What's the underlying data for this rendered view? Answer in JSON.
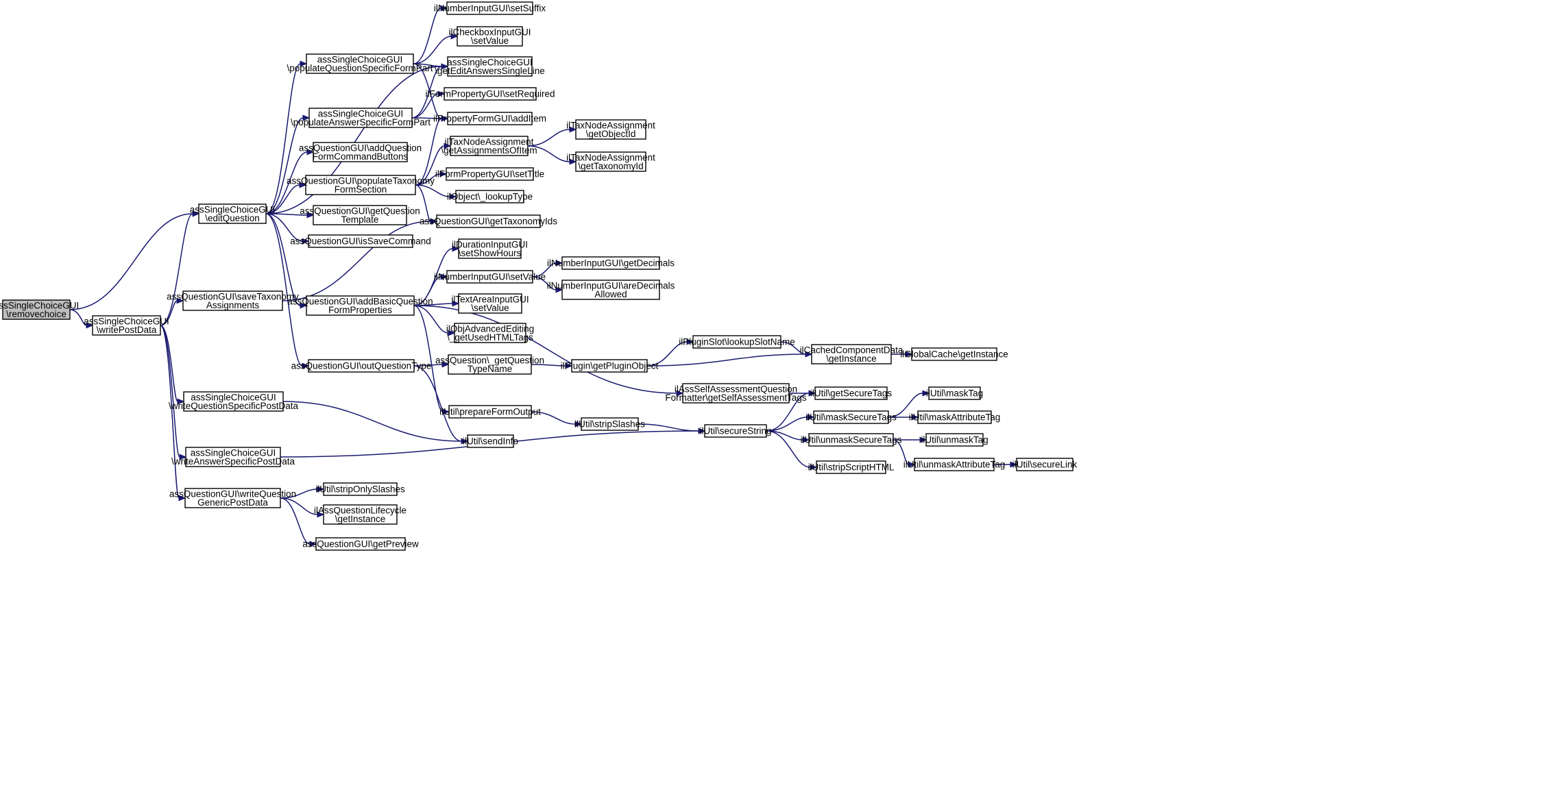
{
  "graph": {
    "nodes": [
      {
        "id": "removechoice",
        "lines": [
          "assSingleChoiceGUI",
          "\\removechoice"
        ],
        "root": true
      },
      {
        "id": "writePostData",
        "lines": [
          "assSingleChoiceGUI",
          "\\writePostData"
        ]
      },
      {
        "id": "editQuestion",
        "lines": [
          "assSingleChoiceGUI",
          "\\editQuestion"
        ]
      },
      {
        "id": "saveTaxonomyAssignments",
        "lines": [
          "assQuestionGUI\\saveTaxonomy",
          "Assignments"
        ]
      },
      {
        "id": "writeQuestionSpecificPostData",
        "lines": [
          "assSingleChoiceGUI",
          "\\writeQuestionSpecificPostData"
        ]
      },
      {
        "id": "writeAnswerSpecificPostData",
        "lines": [
          "assSingleChoiceGUI",
          "\\writeAnswerSpecificPostData"
        ]
      },
      {
        "id": "writeQuestionGenericPostData",
        "lines": [
          "assQuestionGUI\\writeQuestion",
          "GenericPostData"
        ]
      },
      {
        "id": "populateQuestionSpecificFormPart",
        "lines": [
          "assSingleChoiceGUI",
          "\\populateQuestionSpecificFormPart"
        ]
      },
      {
        "id": "populateAnswerSpecificFormPart",
        "lines": [
          "assSingleChoiceGUI",
          "\\populateAnswerSpecificFormPart"
        ]
      },
      {
        "id": "addQuestionFormCommandButtons",
        "lines": [
          "assQuestionGUI\\addQuestion",
          "FormCommandButtons"
        ]
      },
      {
        "id": "populateTaxonomyFormSection",
        "lines": [
          "assQuestionGUI\\populateTaxonomy",
          "FormSection"
        ]
      },
      {
        "id": "getQuestionTemplate",
        "lines": [
          "assQuestionGUI\\getQuestion",
          "Template"
        ]
      },
      {
        "id": "isSaveCommand",
        "lines": [
          "assQuestionGUI\\isSaveCommand"
        ]
      },
      {
        "id": "addBasicQuestionFormProperties",
        "lines": [
          "assQuestionGUI\\addBasicQuestion",
          "FormProperties"
        ]
      },
      {
        "id": "outQuestionType",
        "lines": [
          "assQuestionGUI\\outQuestionType"
        ]
      },
      {
        "id": "stripOnlySlashes",
        "lines": [
          "ilUtil\\stripOnlySlashes"
        ]
      },
      {
        "id": "lifecycleGetInstance",
        "lines": [
          "ilAssQuestionLifecycle",
          "\\getInstance"
        ]
      },
      {
        "id": "getPreview",
        "lines": [
          "assQuestionGUI\\getPreview"
        ]
      },
      {
        "id": "setSuffix",
        "lines": [
          "ilNumberInputGUI\\setSuffix"
        ]
      },
      {
        "id": "checkboxSetValue",
        "lines": [
          "ilCheckboxInputGUI",
          "\\setValue"
        ]
      },
      {
        "id": "getEditAnswersSingleLine",
        "lines": [
          "assSingleChoiceGUI",
          "\\getEditAnswersSingleLine"
        ]
      },
      {
        "id": "setRequired",
        "lines": [
          "ilFormPropertyGUI\\setRequired"
        ]
      },
      {
        "id": "addItem",
        "lines": [
          "ilPropertyFormGUI\\addItem"
        ]
      },
      {
        "id": "getAssignmentsOfItem",
        "lines": [
          "ilTaxNodeAssignment",
          "\\getAssignmentsOfItem"
        ]
      },
      {
        "id": "setTitle",
        "lines": [
          "ilFormPropertyGUI\\setTitle"
        ]
      },
      {
        "id": "lookupType",
        "lines": [
          "ilObject\\_lookupType"
        ]
      },
      {
        "id": "getTaxonomyIds",
        "lines": [
          "assQuestionGUI\\getTaxonomyIds"
        ]
      },
      {
        "id": "setShowHours",
        "lines": [
          "ilDurationInputGUI",
          "\\setShowHours"
        ]
      },
      {
        "id": "numberSetValue",
        "lines": [
          "ilNumberInputGUI\\setValue"
        ]
      },
      {
        "id": "textAreaSetValue",
        "lines": [
          "ilTextAreaInputGUI",
          "\\setValue"
        ]
      },
      {
        "id": "getUsedHTMLTags",
        "lines": [
          "ilObjAdvancedEditing",
          "\\_getUsedHTMLTags"
        ]
      },
      {
        "id": "getQuestionTypeName",
        "lines": [
          "assQuestion\\_getQuestion",
          "TypeName"
        ]
      },
      {
        "id": "prepareFormOutput",
        "lines": [
          "ilUtil\\prepareFormOutput"
        ]
      },
      {
        "id": "sendInfo",
        "lines": [
          "ilUtil\\sendInfo"
        ]
      },
      {
        "id": "getObjectId",
        "lines": [
          "ilTaxNodeAssignment",
          "\\getObjectId"
        ]
      },
      {
        "id": "getTaxonomyId",
        "lines": [
          "ilTaxNodeAssignment",
          "\\getTaxonomyId"
        ]
      },
      {
        "id": "getDecimals",
        "lines": [
          "ilNumberInputGUI\\getDecimals"
        ]
      },
      {
        "id": "areDecimalsAllowed",
        "lines": [
          "ilNumberInputGUI\\areDecimals",
          "Allowed"
        ]
      },
      {
        "id": "getPluginObject",
        "lines": [
          "ilPlugin\\getPluginObject"
        ]
      },
      {
        "id": "stripSlashes",
        "lines": [
          "ilUtil\\stripSlashes"
        ]
      },
      {
        "id": "lookupSlotName",
        "lines": [
          "ilPluginSlot\\lookupSlotName"
        ]
      },
      {
        "id": "getSelfAssessmentTags",
        "lines": [
          "ilAssSelfAssessmentQuestion",
          "Formatter\\getSelfAssessmentTags"
        ]
      },
      {
        "id": "secureString",
        "lines": [
          "ilUtil\\secureString"
        ]
      },
      {
        "id": "cachedGetInstance",
        "lines": [
          "ilCachedComponentData",
          "\\getInstance"
        ]
      },
      {
        "id": "getSecureTags",
        "lines": [
          "ilUtil\\getSecureTags"
        ]
      },
      {
        "id": "maskSecureTags",
        "lines": [
          "ilUtil\\maskSecureTags"
        ]
      },
      {
        "id": "unmaskSecureTags",
        "lines": [
          "ilUtil\\unmaskSecureTags"
        ]
      },
      {
        "id": "stripScriptHTML",
        "lines": [
          "ilUtil\\stripScriptHTML"
        ]
      },
      {
        "id": "globalCacheGetInstance",
        "lines": [
          "ilGlobalCache\\getInstance"
        ]
      },
      {
        "id": "maskTag",
        "lines": [
          "ilUtil\\maskTag"
        ]
      },
      {
        "id": "maskAttributeTag",
        "lines": [
          "ilUtil\\maskAttributeTag"
        ]
      },
      {
        "id": "unmaskTag",
        "lines": [
          "ilUtil\\unmaskTag"
        ]
      },
      {
        "id": "unmaskAttributeTag",
        "lines": [
          "ilUtil\\unmaskAttributeTag"
        ]
      },
      {
        "id": "secureLink",
        "lines": [
          "ilUtil\\secureLink"
        ]
      }
    ],
    "edges": [
      [
        "removechoice",
        "editQuestion"
      ],
      [
        "removechoice",
        "writePostData"
      ],
      [
        "writePostData",
        "editQuestion"
      ],
      [
        "writePostData",
        "saveTaxonomyAssignments"
      ],
      [
        "writePostData",
        "writeQuestionSpecificPostData"
      ],
      [
        "writePostData",
        "writeAnswerSpecificPostData"
      ],
      [
        "writePostData",
        "writeQuestionGenericPostData"
      ],
      [
        "editQuestion",
        "populateQuestionSpecificFormPart"
      ],
      [
        "editQuestion",
        "getEditAnswersSingleLine"
      ],
      [
        "editQuestion",
        "populateAnswerSpecificFormPart"
      ],
      [
        "editQuestion",
        "addQuestionFormCommandButtons"
      ],
      [
        "editQuestion",
        "populateTaxonomyFormSection"
      ],
      [
        "editQuestion",
        "getQuestionTemplate"
      ],
      [
        "editQuestion",
        "isSaveCommand"
      ],
      [
        "editQuestion",
        "addBasicQuestionFormProperties"
      ],
      [
        "editQuestion",
        "outQuestionType"
      ],
      [
        "populateQuestionSpecificFormPart",
        "setSuffix"
      ],
      [
        "populateQuestionSpecificFormPart",
        "checkboxSetValue"
      ],
      [
        "populateQuestionSpecificFormPart",
        "getEditAnswersSingleLine"
      ],
      [
        "populateQuestionSpecificFormPart",
        "addItem"
      ],
      [
        "populateAnswerSpecificFormPart",
        "getEditAnswersSingleLine"
      ],
      [
        "populateAnswerSpecificFormPart",
        "setRequired"
      ],
      [
        "populateAnswerSpecificFormPart",
        "addItem"
      ],
      [
        "populateTaxonomyFormSection",
        "addItem"
      ],
      [
        "populateTaxonomyFormSection",
        "getAssignmentsOfItem"
      ],
      [
        "populateTaxonomyFormSection",
        "setTitle"
      ],
      [
        "populateTaxonomyFormSection",
        "lookupType"
      ],
      [
        "populateTaxonomyFormSection",
        "getTaxonomyIds"
      ],
      [
        "saveTaxonomyAssignments",
        "getTaxonomyIds"
      ],
      [
        "getAssignmentsOfItem",
        "getObjectId"
      ],
      [
        "getAssignmentsOfItem",
        "getTaxonomyId"
      ],
      [
        "addBasicQuestionFormProperties",
        "setShowHours"
      ],
      [
        "addBasicQuestionFormProperties",
        "numberSetValue"
      ],
      [
        "addBasicQuestionFormProperties",
        "textAreaSetValue"
      ],
      [
        "addBasicQuestionFormProperties",
        "getUsedHTMLTags"
      ],
      [
        "addBasicQuestionFormProperties",
        "getSelfAssessmentTags"
      ],
      [
        "addBasicQuestionFormProperties",
        "prepareFormOutput"
      ],
      [
        "numberSetValue",
        "getDecimals"
      ],
      [
        "numberSetValue",
        "areDecimalsAllowed"
      ],
      [
        "outQuestionType",
        "getQuestionTypeName"
      ],
      [
        "outQuestionType",
        "sendInfo"
      ],
      [
        "writeQuestionSpecificPostData",
        "sendInfo"
      ],
      [
        "writeAnswerSpecificPostData",
        "secureString"
      ],
      [
        "writeQuestionGenericPostData",
        "stripOnlySlashes"
      ],
      [
        "writeQuestionGenericPostData",
        "lifecycleGetInstance"
      ],
      [
        "writeQuestionGenericPostData",
        "getPreview"
      ],
      [
        "getQuestionTypeName",
        "getPluginObject"
      ],
      [
        "getPluginObject",
        "lookupSlotName"
      ],
      [
        "getPluginObject",
        "cachedGetInstance"
      ],
      [
        "lookupSlotName",
        "cachedGetInstance"
      ],
      [
        "cachedGetInstance",
        "globalCacheGetInstance"
      ],
      [
        "getSelfAssessmentTags",
        "getSecureTags"
      ],
      [
        "prepareFormOutput",
        "stripSlashes"
      ],
      [
        "stripSlashes",
        "secureString"
      ],
      [
        "secureString",
        "getSecureTags"
      ],
      [
        "secureString",
        "maskSecureTags"
      ],
      [
        "secureString",
        "unmaskSecureTags"
      ],
      [
        "secureString",
        "stripScriptHTML"
      ],
      [
        "maskSecureTags",
        "maskTag"
      ],
      [
        "maskSecureTags",
        "maskAttributeTag"
      ],
      [
        "unmaskSecureTags",
        "unmaskTag"
      ],
      [
        "unmaskSecureTags",
        "unmaskAttributeTag"
      ],
      [
        "unmaskAttributeTag",
        "secureLink"
      ]
    ]
  }
}
